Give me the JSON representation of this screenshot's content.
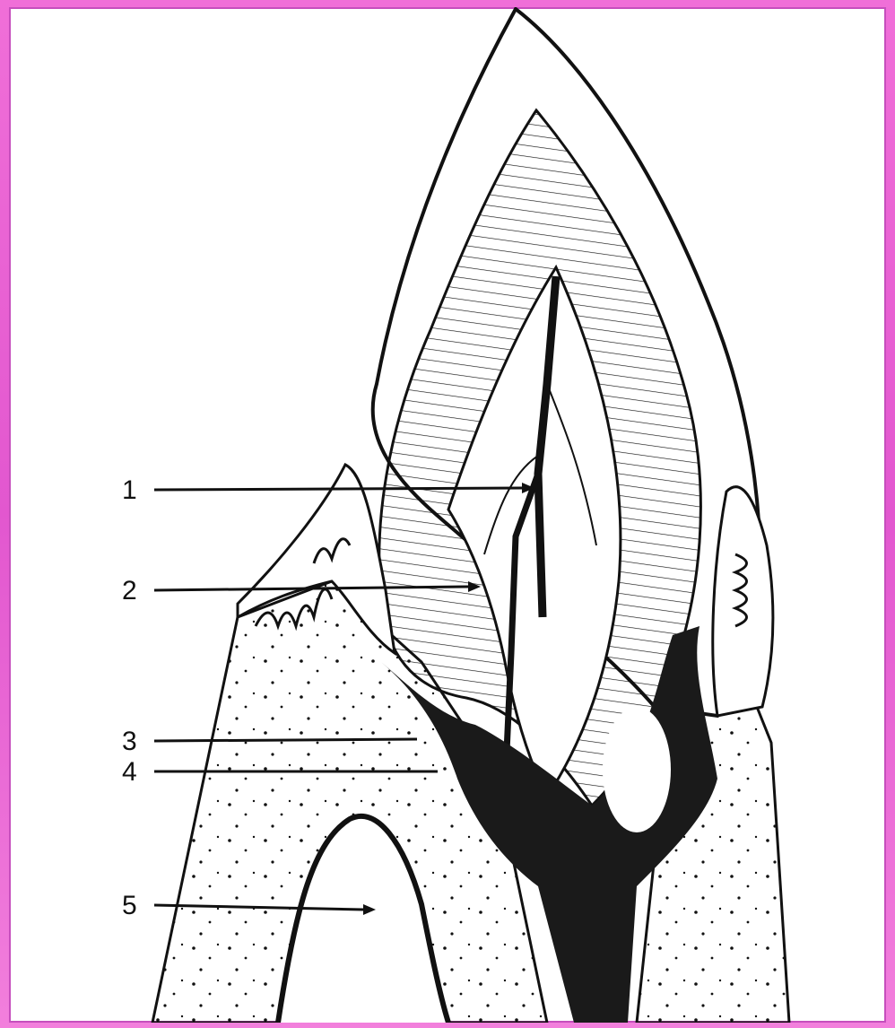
{
  "colors": {
    "border": "#e663d2",
    "ink": "#111111",
    "paper": "#ffffff"
  },
  "labels": [
    "1",
    "2",
    "3",
    "4",
    "5"
  ]
}
